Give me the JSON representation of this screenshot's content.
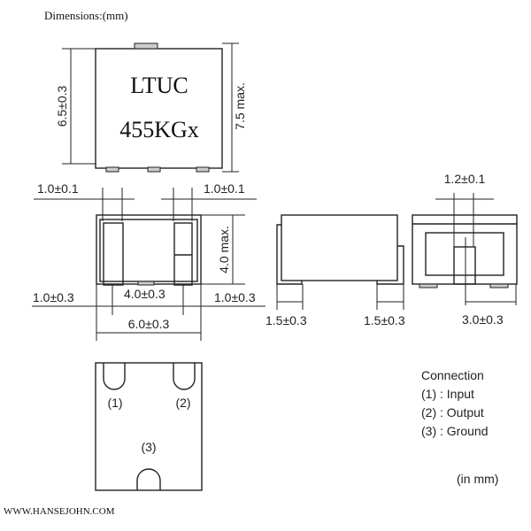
{
  "header": {
    "title": "Dimensions:(mm)"
  },
  "top_view": {
    "marking_line1": "LTUC",
    "marking_line2": "455KGx",
    "height_dim": "6.5±0.3",
    "max_height_dim": "7.5 max."
  },
  "front_view": {
    "pin_width_left": "1.0±0.1",
    "pin_width_right": "1.0±0.1",
    "height_max": "4.0 max.",
    "left_offset": "1.0±0.3",
    "pin_spacing": "4.0±0.3",
    "right_offset": "1.0±0.3",
    "total_width": "6.0±0.3"
  },
  "side_view": {
    "pad_left": "1.5±0.3",
    "pad_right": "1.5±0.3"
  },
  "end_view": {
    "pin_width": "1.2±0.1",
    "offset": "3.0±0.3"
  },
  "footprint": {
    "pin1": "(1)",
    "pin2": "(2)",
    "pin3": "(3)"
  },
  "connection": {
    "title": "Connection",
    "items": [
      "(1) : Input",
      "(2) : Output",
      "(3) : Ground"
    ],
    "unit_note": "(in mm)"
  },
  "footer": {
    "website": "WWW.HANSEJOHN.COM"
  }
}
